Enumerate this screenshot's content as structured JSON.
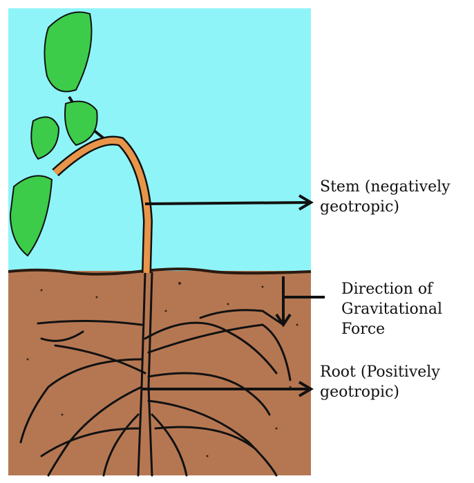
{
  "title": "Geotropism in plants",
  "labels": {
    "stem_line1": "Stem (negatively",
    "stem_line2": "geotropic)",
    "gravity_line1": "Direction of",
    "gravity_line2": "Gravitational",
    "gravity_line3": "Force",
    "root_line1": "Root (Positively",
    "root_line2": "geotropic)"
  },
  "colors": {
    "sky": "#8ff4f8",
    "soil": "#b57752",
    "stem": "#e8954a",
    "leaf": "#3ccc4a",
    "ink": "#111111"
  }
}
